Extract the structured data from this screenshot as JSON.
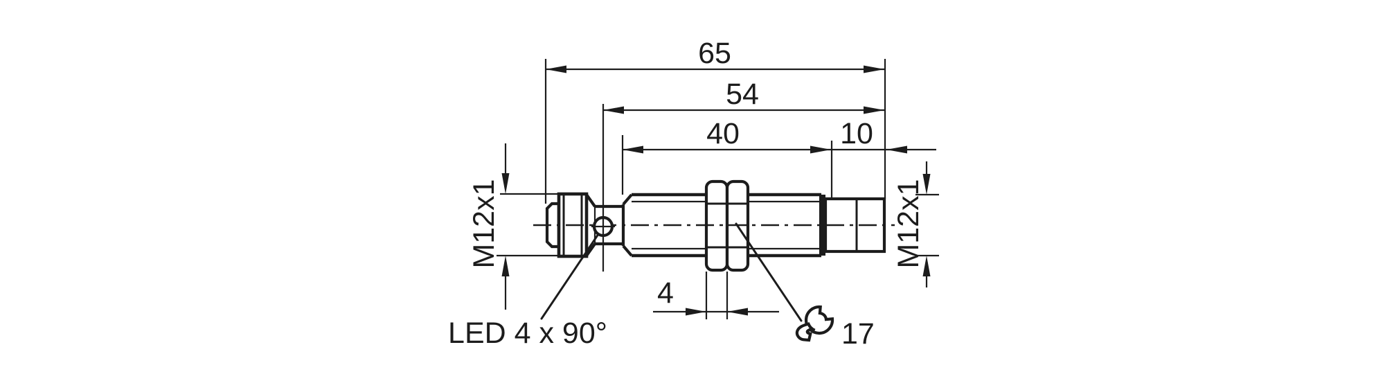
{
  "drawing": {
    "kind": "technical-dimension-drawing",
    "subject": "M12 cylindrical sensor, side view",
    "colors": {
      "line": "#1c1c1c",
      "background": "#ffffff"
    },
    "dimensions": {
      "overall_length": "65",
      "led_position": "54",
      "thread_length": "40",
      "front_length": "10",
      "nut_width": "4",
      "wrench_size": "17",
      "thread_spec_left": "M12x1",
      "thread_spec_right": "M12x1",
      "led_note": "LED 4 x 90°"
    },
    "icons": [
      "wrench-icon",
      "led-indicator"
    ]
  }
}
